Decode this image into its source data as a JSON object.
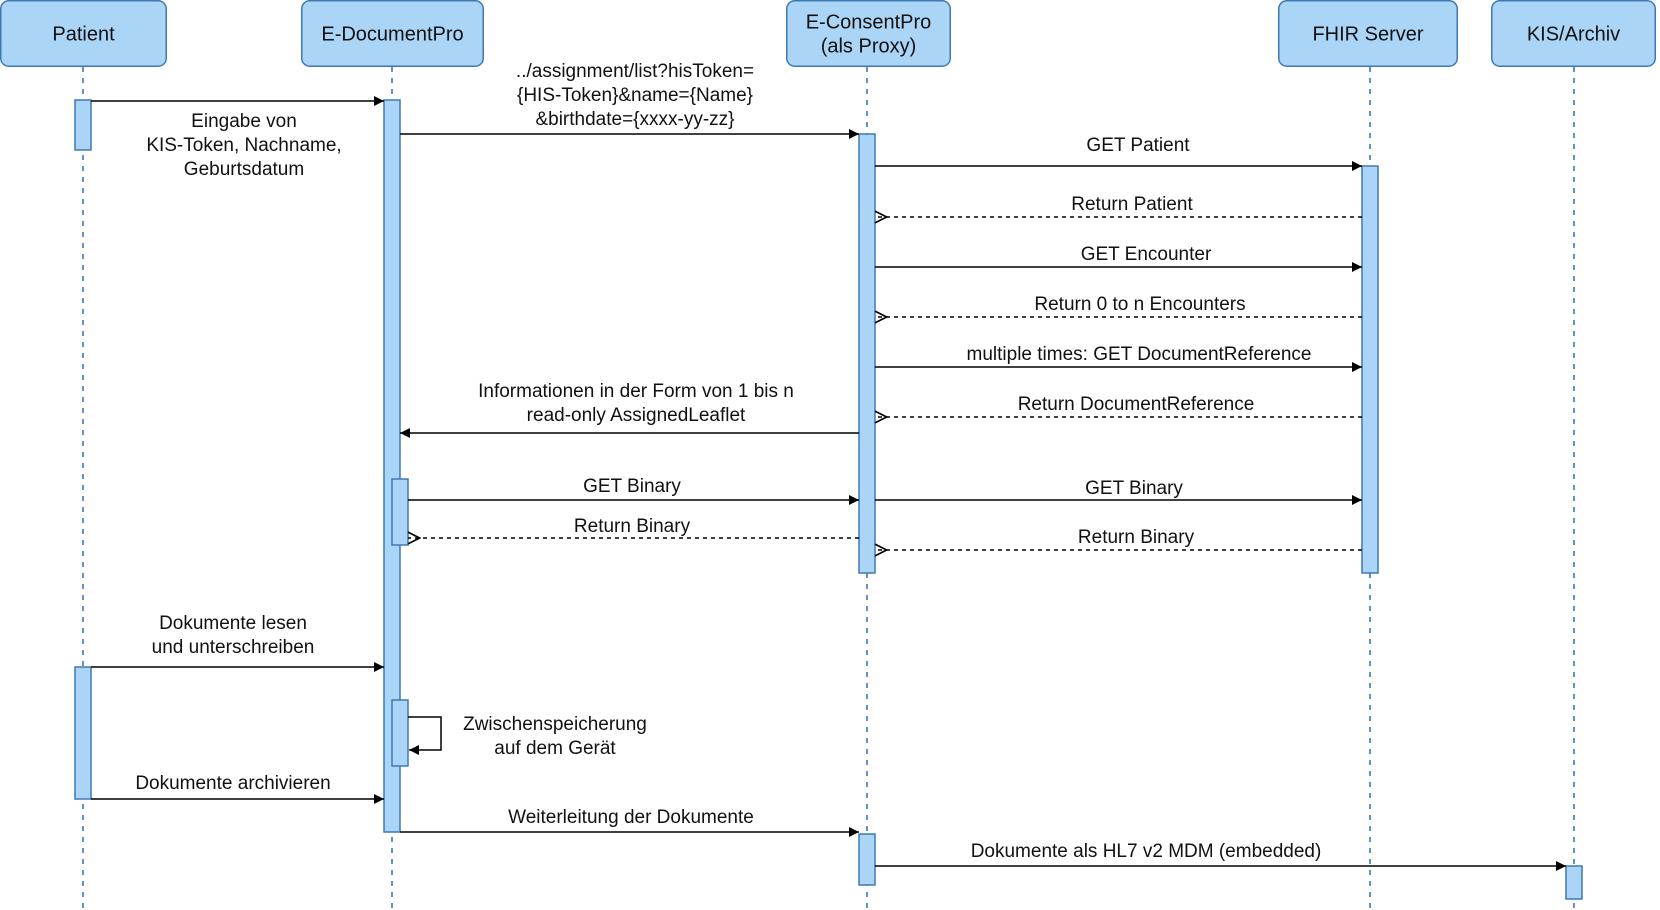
{
  "actors": [
    {
      "id": "patient",
      "label": [
        "Patient"
      ]
    },
    {
      "id": "edoc",
      "label": [
        "E-DocumentPro"
      ]
    },
    {
      "id": "econsent",
      "label": [
        "E-ConsentPro",
        "(als Proxy)"
      ]
    },
    {
      "id": "fhir",
      "label": [
        "FHIR Server"
      ]
    },
    {
      "id": "kis",
      "label": [
        "KIS/Archiv"
      ]
    }
  ],
  "messages": [
    {
      "id": "eingabe",
      "type": "sync",
      "from": "patient",
      "to": "edoc",
      "label": [
        "Eingabe von",
        "KIS-Token, Nachname,",
        "Geburtsdatum"
      ]
    },
    {
      "id": "assignment-list",
      "type": "sync",
      "from": "edoc",
      "to": "econsent",
      "label": [
        "../assignment/list?hisToken=",
        "{HIS-Token}&name={Name}",
        "&birthdate={xxxx-yy-zz}"
      ]
    },
    {
      "id": "get-patient",
      "type": "sync",
      "from": "econsent",
      "to": "fhir",
      "label": [
        "GET Patient"
      ]
    },
    {
      "id": "return-patient",
      "type": "return",
      "from": "fhir",
      "to": "econsent",
      "label": [
        "Return Patient"
      ]
    },
    {
      "id": "get-encounter",
      "type": "sync",
      "from": "econsent",
      "to": "fhir",
      "label": [
        "GET Encounter"
      ]
    },
    {
      "id": "return-encounters",
      "type": "return",
      "from": "fhir",
      "to": "econsent",
      "label": [
        "Return 0 to n Encounters"
      ]
    },
    {
      "id": "get-docref",
      "type": "sync",
      "from": "econsent",
      "to": "fhir",
      "label": [
        "multiple times: GET DocumentReference"
      ]
    },
    {
      "id": "return-docref",
      "type": "return",
      "from": "fhir",
      "to": "econsent",
      "label": [
        "Return DocumentReference"
      ]
    },
    {
      "id": "informationen",
      "type": "sync",
      "from": "econsent",
      "to": "edoc",
      "label": [
        "Informationen in der Form von 1 bis n",
        "read-only AssignedLeaflet"
      ]
    },
    {
      "id": "get-binary-1",
      "type": "sync",
      "from": "edoc",
      "to": "econsent",
      "label": [
        "GET Binary"
      ]
    },
    {
      "id": "get-binary-2",
      "type": "sync",
      "from": "econsent",
      "to": "fhir",
      "label": [
        "GET Binary"
      ]
    },
    {
      "id": "return-binary-1",
      "type": "return",
      "from": "econsent",
      "to": "edoc",
      "label": [
        "Return Binary"
      ]
    },
    {
      "id": "return-binary-2",
      "type": "return",
      "from": "fhir",
      "to": "econsent",
      "label": [
        "Return Binary"
      ]
    },
    {
      "id": "dokumente-lesen",
      "type": "sync",
      "from": "patient",
      "to": "edoc",
      "label": [
        "Dokumente lesen",
        "und unterschreiben"
      ]
    },
    {
      "id": "zwischenspeicherung",
      "type": "self",
      "from": "edoc",
      "to": "edoc",
      "label": [
        "Zwischenspeicherung",
        "auf dem Gerät"
      ]
    },
    {
      "id": "archivieren",
      "type": "sync",
      "from": "patient",
      "to": "edoc",
      "label": [
        "Dokumente archivieren"
      ]
    },
    {
      "id": "weiterleitung",
      "type": "sync",
      "from": "edoc",
      "to": "econsent",
      "label": [
        "Weiterleitung der Dokumente"
      ]
    },
    {
      "id": "hl7",
      "type": "sync",
      "from": "econsent",
      "to": "kis",
      "label": [
        "Dokumente als HL7 v2 MDM (embedded)"
      ]
    }
  ]
}
